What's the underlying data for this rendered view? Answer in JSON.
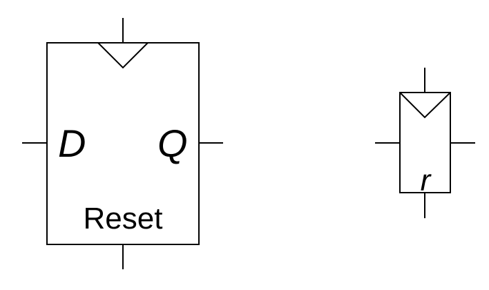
{
  "flip_flop_full": {
    "d_label": "D",
    "q_label": "Q",
    "reset_label": "Reset"
  },
  "flip_flop_compact": {
    "reset_label": "r"
  },
  "colors": {
    "stroke": "#000000",
    "background": "#ffffff"
  }
}
